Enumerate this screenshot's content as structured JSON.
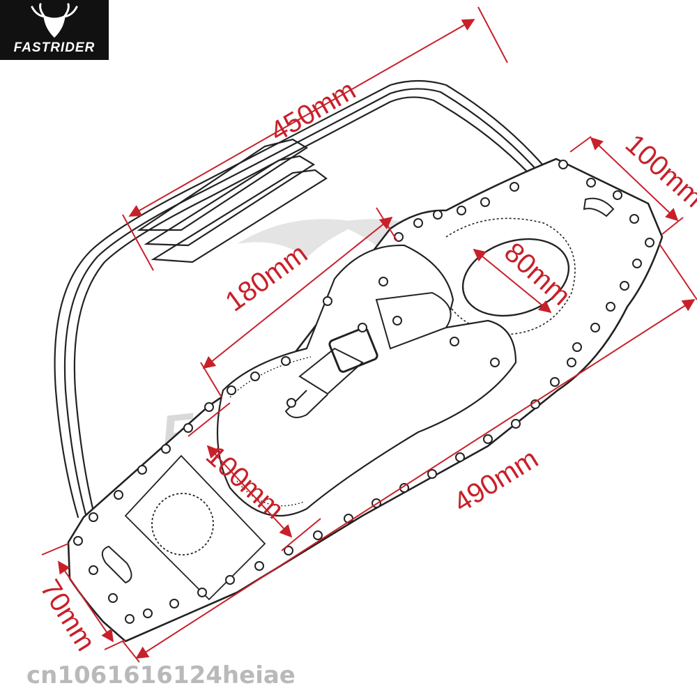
{
  "brand": {
    "logo_text": "FASTRIDER",
    "watermark_text": "FASTRIDER"
  },
  "dimensions": {
    "overall_strap_length": "450mm",
    "tank_end_width": "100mm",
    "filler_opening": "80mm",
    "pouch_length": "180mm",
    "pouch_width": "100mm",
    "total_length": "490mm",
    "seat_end_width": "70mm"
  },
  "footer": {
    "seller_id": "cn1061616124heiae"
  },
  "colors": {
    "dimension": "#c8202a",
    "outline": "#222222",
    "watermark": "#d9d9d9",
    "logo_bg": "#111111"
  }
}
